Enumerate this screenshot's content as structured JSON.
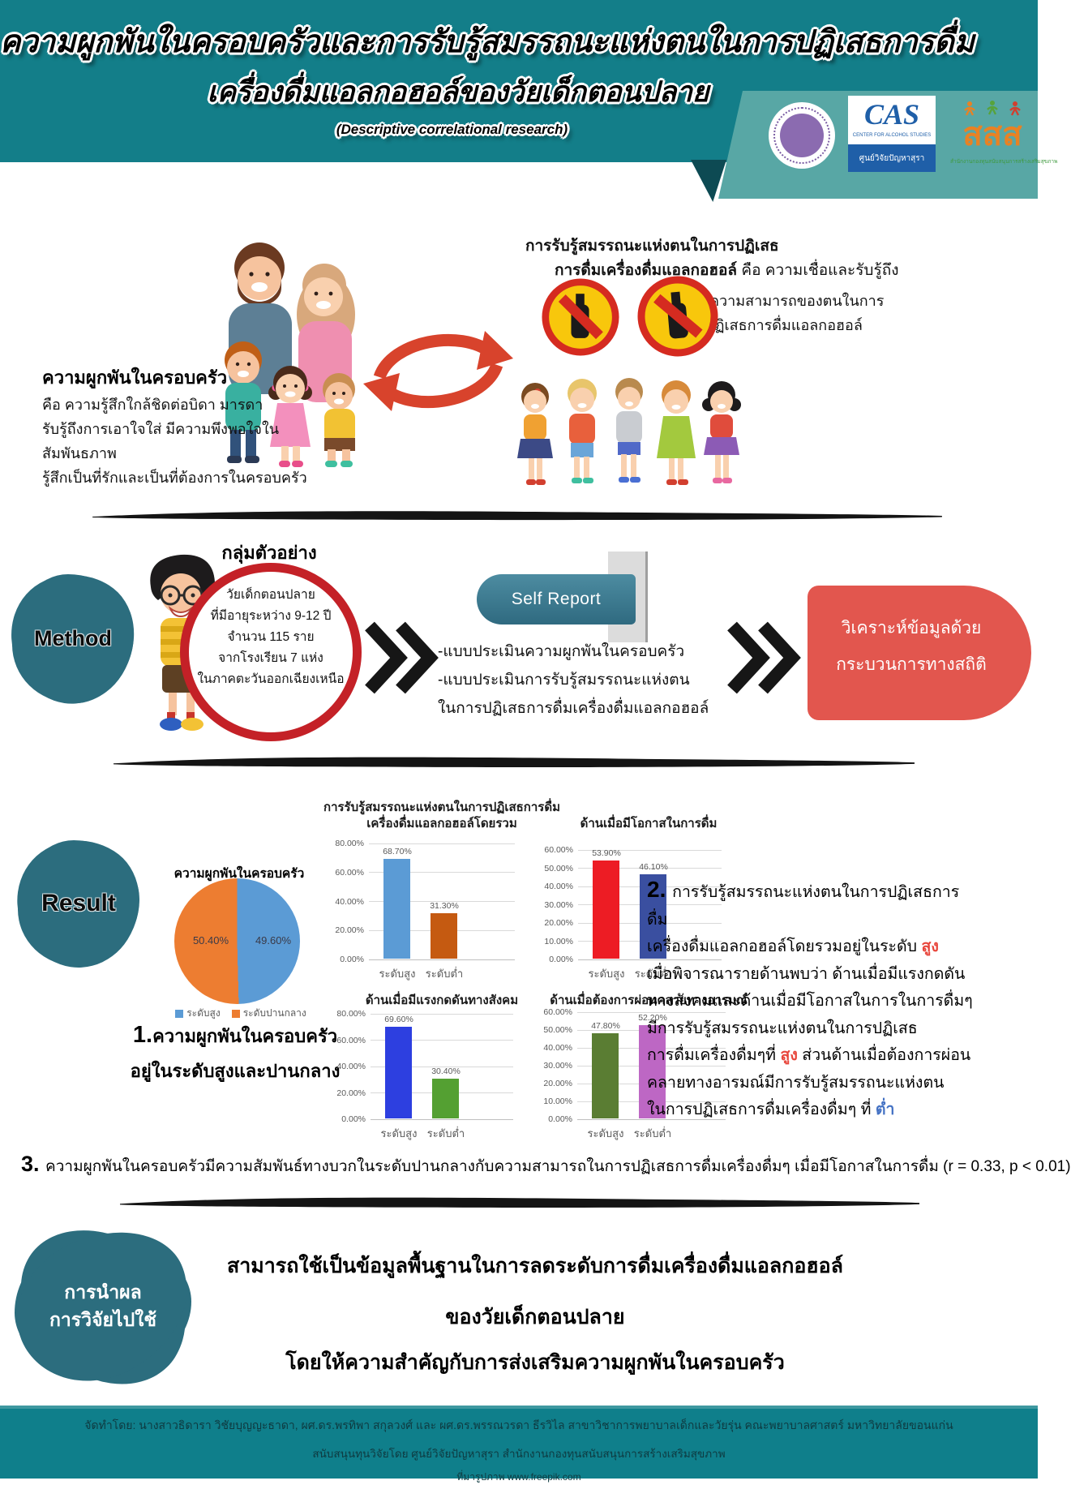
{
  "header": {
    "title_line1": "ความผูกพันในครอบครัวและการรับรู้สมรรถนะแห่งตนในการปฏิเสธการดื่ม",
    "title_line2": "เครื่องดื่มแอลกอฮอล์ของวัยเด็กตอนปลาย",
    "subtitle": "(Descriptive correlational research)",
    "logos": {
      "university_seal": "university-seal",
      "cas": {
        "acronym": "CAS",
        "caption_small": "CENTER FOR ALCOHOL STUDIES",
        "caption": "ศูนย์วิจัยปัญหาสุรา"
      },
      "thaihealth": {
        "acronym": "สสส",
        "caption": "สำนักงานกองทุนสนับสนุนการสร้างเสริมสุขภาพ"
      }
    }
  },
  "concepts": {
    "family_bond": {
      "heading": "ความผูกพันในครอบครัว",
      "lines": [
        "คือ ความรู้สึกใกล้ชิดต่อบิดา มารดา",
        "รับรู้ถึงการเอาใจใส่ มีความพึงพอใจในสัมพันธภาพ",
        "รู้สึกเป็นที่รักและเป็นที่ต้องการในครอบครัว"
      ]
    },
    "self_efficacy": {
      "line1": [
        {
          "t": "การรับรู้สมรรถนะแห่งตนในการปฏิเสธ",
          "cls": "b"
        }
      ],
      "line2": [
        {
          "t": "การดื่มเครื่องดื่มแอลกอฮอล์ ",
          "cls": "b"
        },
        {
          "t": "คือ ความเชื่อและรับรู้ถึง"
        }
      ],
      "line3": [
        {
          "t": "ความสามารถของตนในการ"
        }
      ],
      "line4": [
        {
          "t": "ปฏิเสธการดื่มแอลกอฮอล์"
        }
      ]
    }
  },
  "method": {
    "badge": "Method",
    "sample_heading": "กลุ่มตัวอย่าง",
    "sample_lines": [
      "วัยเด็กตอนปลาย",
      "ที่มีอายุระหว่าง 9-12 ปี",
      "จำนวน 115 ราย",
      "จากโรงเรียน 7 แห่ง",
      "ในภาคตะวันออกเฉียงเหนือ"
    ],
    "instrument_label": "Self Report",
    "instrument_lines": [
      "-แบบประเมินความผูกพันในครอบครัว",
      "-แบบประเมินการรับรู้สมรรถนะแห่งตน",
      "ในการปฏิเสธการดื่มเครื่องดื่มแอลกอฮอล์"
    ],
    "analysis_lines": [
      "วิเคราะห์ข้อมูลด้วย",
      "กระบวนการทางสถิติ"
    ]
  },
  "result": {
    "badge": "Result",
    "finding1_line1": [
      {
        "t": "1.",
        "cls": "big"
      },
      {
        "t": "ความผูกพันในครอบครัว"
      }
    ],
    "finding1_line2": "อยู่ในระดับสูงและปานกลาง",
    "finding2": {
      "lines": [
        [
          {
            "t": "2. ",
            "cls": "big"
          },
          {
            "t": "การรับรู้สมรรถนะแห่งตนในการปฏิเสธการดื่ม"
          }
        ],
        [
          {
            "t": "เครื่องดื่มแอลกอฮอล์โดยรวมอยู่ในระดับ "
          },
          {
            "t": "สูง",
            "cls": "hl-red"
          }
        ],
        [
          {
            "t": "เมื่อพิจารณารายด้านพบว่า ด้านเมื่อมีแรงกดดัน"
          }
        ],
        [
          {
            "t": "ทางสังคมและด้านเมื่อมีโอกาสในการในการดื่มๆ"
          }
        ],
        [
          {
            "t": "มีการรับรู้สมรรถนะแห่งตนในการปฏิเสธ"
          }
        ],
        [
          {
            "t": "การดื่มเครื่องดื่มๆที่ "
          },
          {
            "t": "สูง",
            "cls": "hl-red"
          },
          {
            "t": " ส่วนด้านเมื่อต้องการผ่อน"
          }
        ],
        [
          {
            "t": "คลายทางอารมณ์มีการรับรู้สมรรถนะแห่งตน"
          }
        ],
        [
          {
            "t": "ในการปฏิเสธการดื่มเครื่องดื่มๆ ที่ "
          },
          {
            "t": "ต่ำ",
            "cls": "hl-blue"
          }
        ]
      ]
    },
    "finding3": [
      {
        "t": "3. ",
        "cls": "big"
      },
      {
        "t": "ความผูกพันในครอบครัวมีความสัมพันธ์ทางบวกในระดับปานกลางกับความสามารถในการปฏิเสธการดื่มเครื่องดื่มๆ เมื่อมีโอกาสในการดื่ม (r = 0.33, p < 0.01)"
      }
    ]
  },
  "chart_data": [
    {
      "type": "pie",
      "title": "ความผูกพันในครอบครัว",
      "labels": [
        "ระดับสูง",
        "ระดับปานกลาง"
      ],
      "values": [
        49.6,
        50.4
      ],
      "value_labels": [
        "49.60%",
        "50.40%"
      ],
      "colors": [
        "#5b9bd5",
        "#ed7d31"
      ],
      "legend_position": "bottom"
    },
    {
      "type": "bar",
      "title_lines": [
        "การรับรู้สมรรถนะแห่งตนในการปฏิเสธการดื่ม",
        "เครื่องดื่มแอลกอฮอล์โดยรวม"
      ],
      "categories": [
        "ระดับสูง",
        "ระดับต่ำ"
      ],
      "values": [
        68.7,
        31.3
      ],
      "value_labels": [
        "68.70%",
        "31.30%"
      ],
      "colors": [
        "#5b9bd5",
        "#c55a11"
      ],
      "ylim": [
        0,
        80
      ],
      "ystep": 20
    },
    {
      "type": "bar",
      "title_lines": [
        "ด้านเมื่อมีโอกาสในการดื่ม"
      ],
      "categories": [
        "ระดับสูง",
        "ระดับต่ำ"
      ],
      "values": [
        53.9,
        46.1
      ],
      "value_labels": [
        "53.90%",
        "46.10%"
      ],
      "colors": [
        "#ed1c24",
        "#3a4fa0"
      ],
      "ylim": [
        0,
        60
      ],
      "ystep": 10
    },
    {
      "type": "bar",
      "title_lines": [
        "ด้านเมื่อมีแรงกดดันทางสังคม"
      ],
      "categories": [
        "ระดับสูง",
        "ระดับต่ำ"
      ],
      "values": [
        69.6,
        30.4
      ],
      "value_labels": [
        "69.60%",
        "30.40%"
      ],
      "colors": [
        "#2d3fe0",
        "#54a032"
      ],
      "ylim": [
        0,
        80
      ],
      "ystep": 20
    },
    {
      "type": "bar",
      "title_lines": [
        "ด้านเมื่อต้องการผ่อนคลายทางอารมณ์"
      ],
      "categories": [
        "ระดับสูง",
        "ระดับต่ำ"
      ],
      "values": [
        47.8,
        52.2
      ],
      "value_labels": [
        "47.80%",
        "52.20%"
      ],
      "colors": [
        "#5a7d33",
        "#bd67c4"
      ],
      "ylim": [
        0,
        60
      ],
      "ystep": 10
    }
  ],
  "application": {
    "badge_lines": [
      "การนำผล",
      "การวิจัยไปใช้"
    ],
    "lines": [
      "สามารถใช้เป็นข้อมูลพื้นฐานในการลดระดับการดื่มเครื่องดื่มแอลกอฮอล์",
      "ของวัยเด็กตอนปลาย",
      "โดยให้ความสำคัญกับการส่งเสริมความผูกพันในครอบครัว"
    ]
  },
  "footer": {
    "lines": [
      "จัดทำโดย: นางสาวธิดารา วิชัยบุญญะธาดา, ผศ.ดร.พรทิพา สกุลวงศ์ และ ผศ.ดร.พรรณวรดา ธีรวิไล  สาขาวิชาการพยาบาลเด็กและวัยรุ่น คณะพยาบาลศาสตร์ มหาวิทยาลัยขอนแก่น",
      "สนับสนุนทุนวิจัยโดย ศูนย์วิจัยปัญหาสุรา สำนักงานกองทุนสนับสนุนการสร้างเสริมสุขภาพ",
      "ที่มารูปภาพ www.freepik.com"
    ]
  }
}
